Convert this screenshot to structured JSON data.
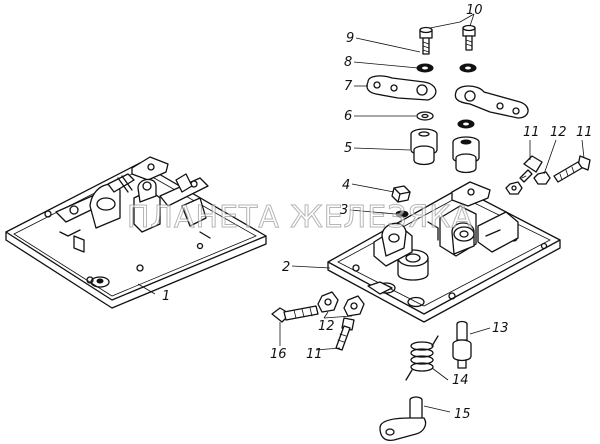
{
  "watermark": "ПЛАНЕТА ЖЕЛЕЗЯКА",
  "callouts": {
    "c1": "1",
    "c2": "2",
    "c3": "3",
    "c4": "4",
    "c5": "5",
    "c6": "6",
    "c7": "7",
    "c8": "8",
    "c9": "9",
    "c10": "10",
    "c11a": "11",
    "c11b": "11",
    "c11c": "11",
    "c12a": "12",
    "c12b": "12",
    "c13": "13",
    "c14": "14",
    "c15": "15",
    "c16": "16"
  }
}
